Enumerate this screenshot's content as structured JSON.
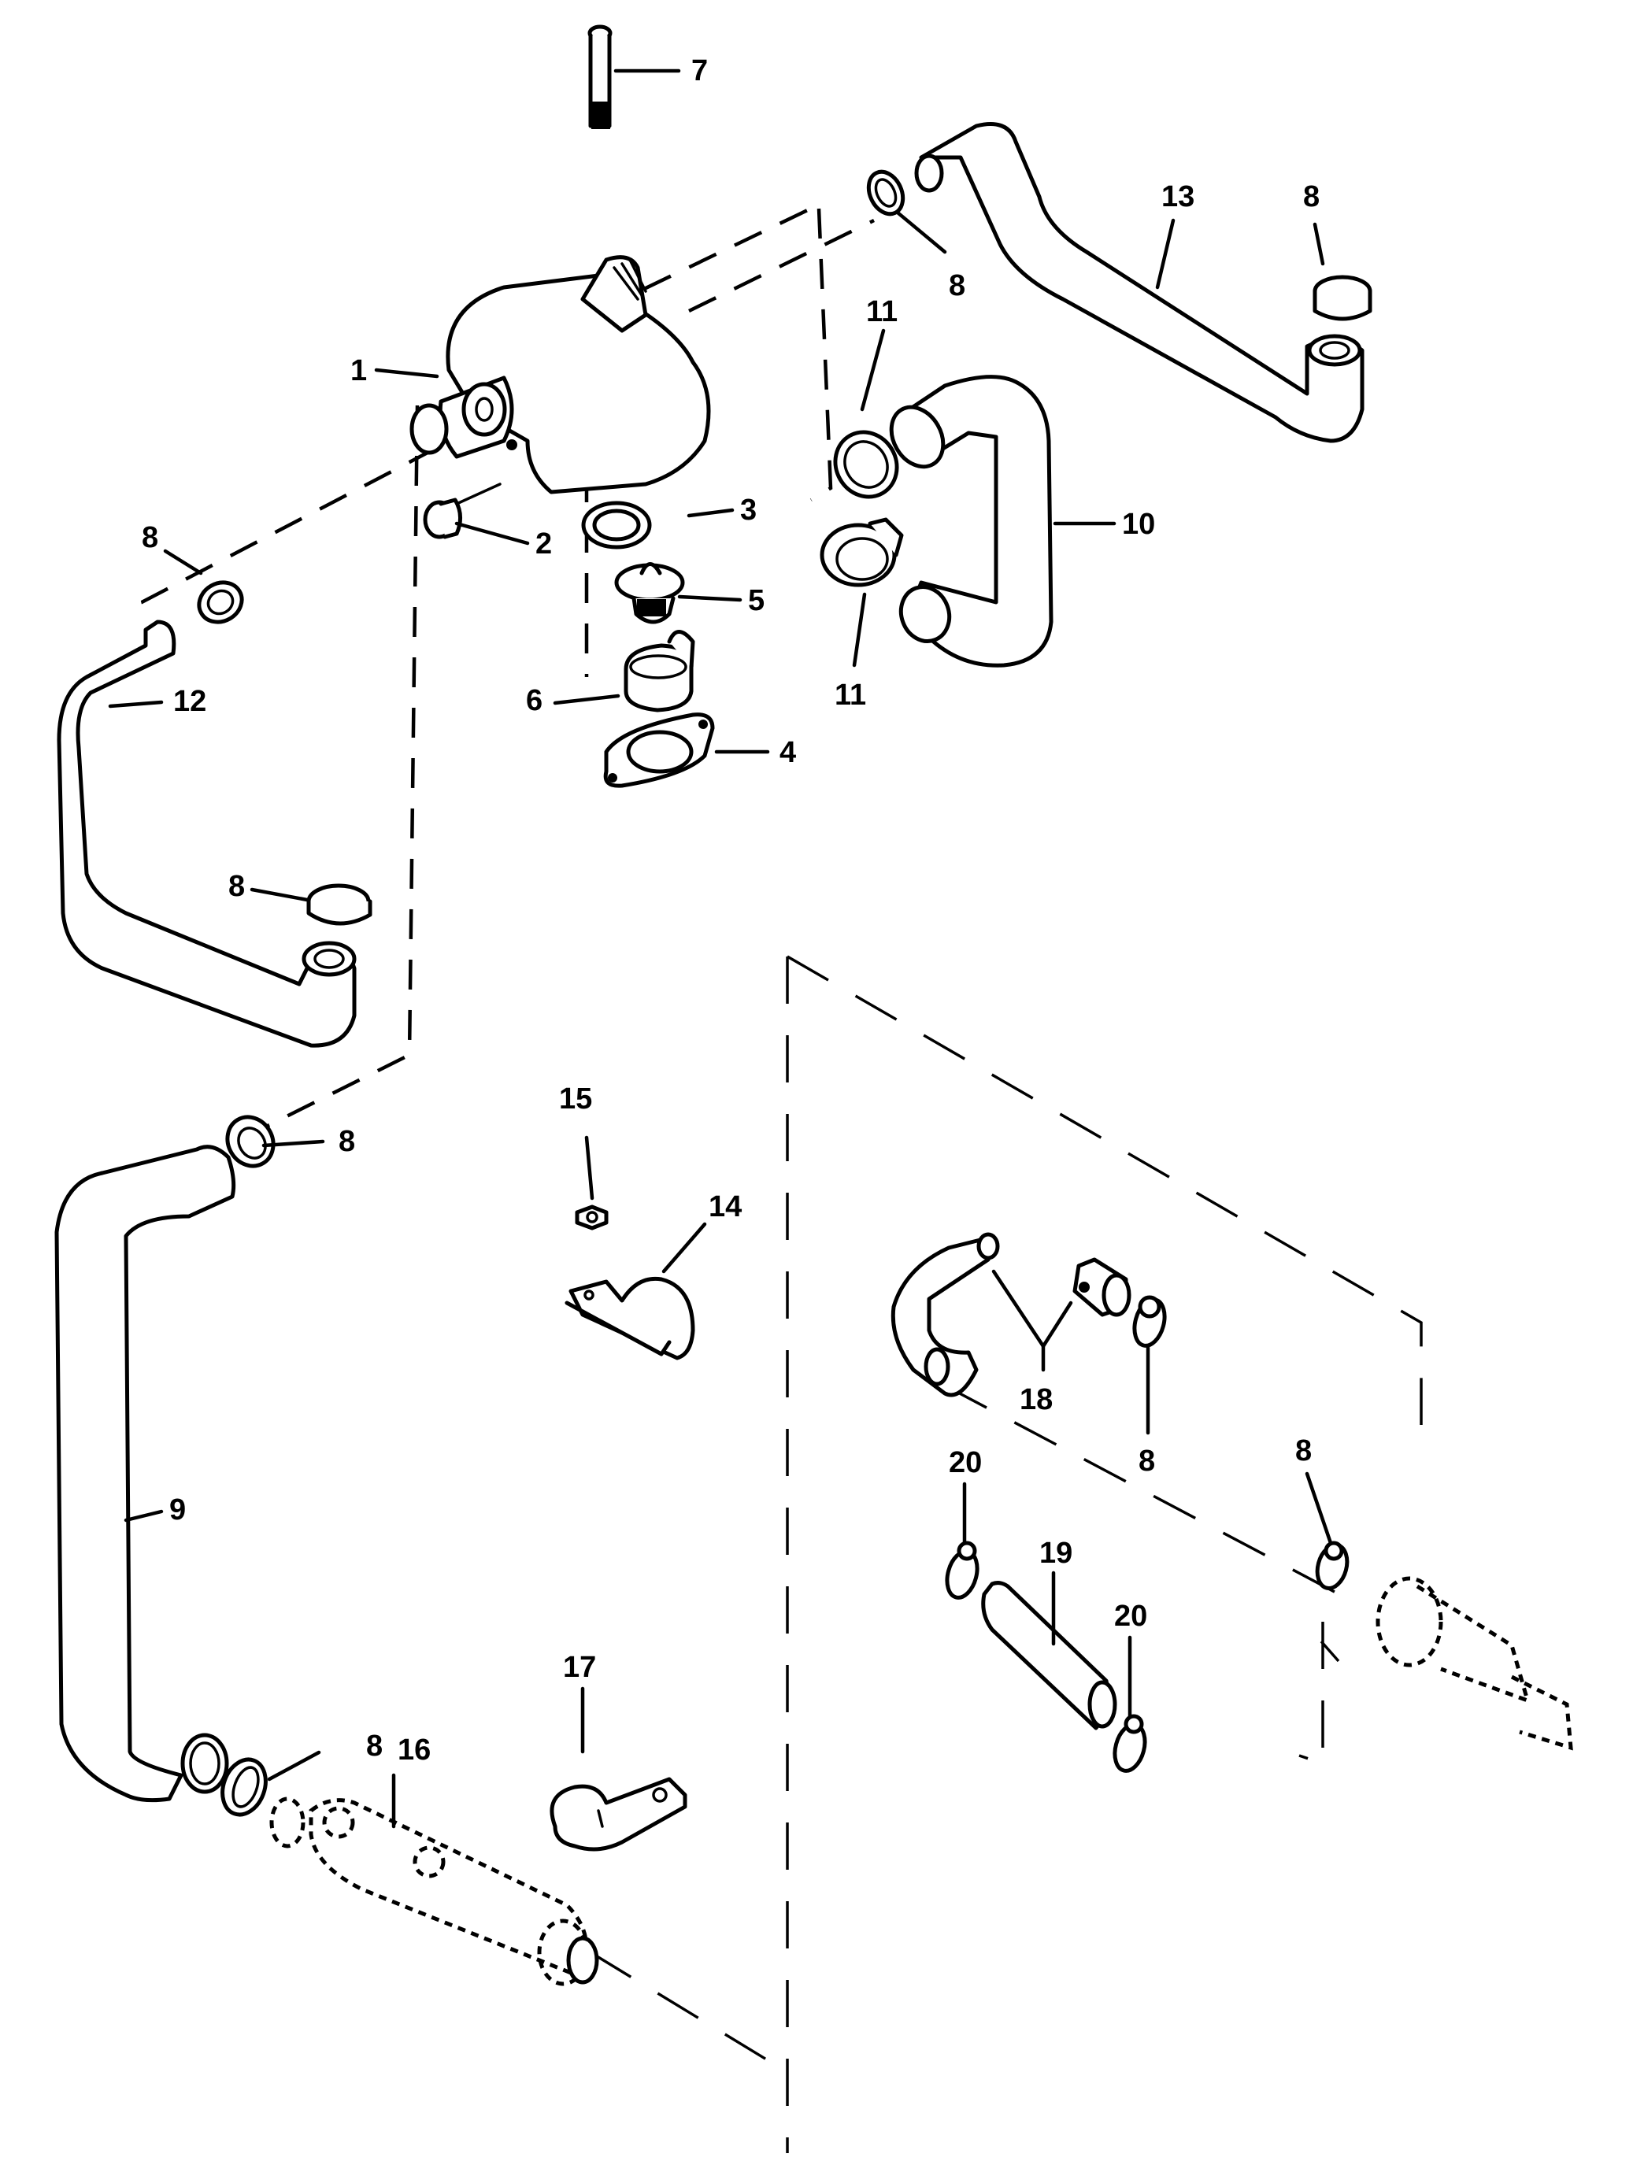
{
  "diagram": {
    "title": "Cooling system hose and thermostat housing exploded view",
    "callouts": {
      "c1": "1",
      "c2": "2",
      "c3": "3",
      "c4": "4",
      "c5": "5",
      "c6": "6",
      "c7": "7",
      "c8a": "8",
      "c8b": "8",
      "c8c": "8",
      "c8d": "8",
      "c8e": "8",
      "c8f": "8",
      "c8g": "8",
      "c8h": "8",
      "c9": "9",
      "c10": "10",
      "c11a": "11",
      "c11b": "11",
      "c12": "12",
      "c13": "13",
      "c14": "14",
      "c15": "15",
      "c16": "16",
      "c17": "17",
      "c18": "18",
      "c19": "19",
      "c20a": "20",
      "c20b": "20"
    },
    "parts": [
      {
        "ref": "1",
        "name": "thermostat-housing"
      },
      {
        "ref": "2",
        "name": "plug"
      },
      {
        "ref": "3",
        "name": "seal-ring"
      },
      {
        "ref": "4",
        "name": "gasket"
      },
      {
        "ref": "5",
        "name": "thermostat"
      },
      {
        "ref": "6",
        "name": "sleeve"
      },
      {
        "ref": "7",
        "name": "bolt"
      },
      {
        "ref": "8",
        "name": "hose-clamp"
      },
      {
        "ref": "9",
        "name": "long-hose"
      },
      {
        "ref": "10",
        "name": "u-hose"
      },
      {
        "ref": "11",
        "name": "hose-clamp-large"
      },
      {
        "ref": "12",
        "name": "bent-hose"
      },
      {
        "ref": "13",
        "name": "upper-hose"
      },
      {
        "ref": "14",
        "name": "hose-bracket"
      },
      {
        "ref": "15",
        "name": "nut"
      },
      {
        "ref": "16",
        "name": "heat-exchanger-tube"
      },
      {
        "ref": "17",
        "name": "hose-clip"
      },
      {
        "ref": "18",
        "name": "hose-assembly"
      },
      {
        "ref": "19",
        "name": "straight-hose"
      },
      {
        "ref": "20",
        "name": "small-hose-clamp"
      }
    ]
  }
}
